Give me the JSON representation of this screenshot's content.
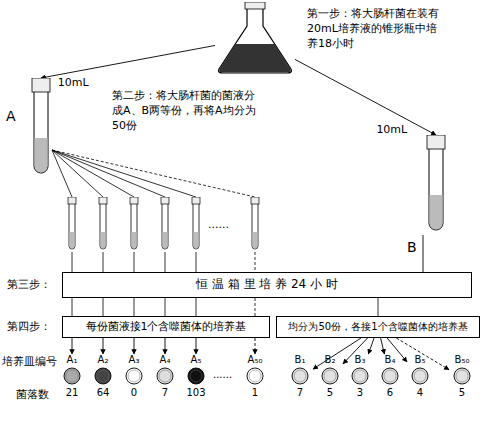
{
  "diagram": {
    "nodes": [
      {
        "text": [
          "第一步：将大肠杆菌在装有20mL培养液的锥形瓶中培养18小时"
        ]
      },
      {
        "text": [
          "A"
        ]
      },
      {
        "text": [
          "B"
        ]
      },
      {
        "text": [
          "第三步：",
          "恒 温 箱 里 培 养 24 小 时"
        ]
      },
      {
        "text": [
          "第四步：",
          "每份菌液接1个含噬菌体的培养基"
        ]
      },
      {
        "text": [
          "均分为50份，各接1个含噬菌体的培养基"
        ]
      },
      {
        "text": [
          "A₁",
          "21"
        ]
      },
      {
        "text": [
          "A₂",
          "64"
        ]
      },
      {
        "text": [
          "A₃",
          "0"
        ]
      },
      {
        "text": [
          "A₄",
          "7"
        ]
      },
      {
        "text": [
          "A₅",
          "103"
        ]
      },
      {
        "text": [
          "A₅₀",
          "1"
        ]
      },
      {
        "text": [
          "B₁",
          "7"
        ]
      },
      {
        "text": [
          "B₂",
          "5"
        ]
      },
      {
        "text": [
          "B₃",
          "3"
        ]
      },
      {
        "text": [
          "B₄",
          "6"
        ]
      },
      {
        "text": [
          "B₅",
          "4"
        ]
      },
      {
        "text": [
          "B₅₀",
          "5"
        ]
      }
    ],
    "edges": [
      {
        "from": 0,
        "to": 1,
        "label": "10mL",
        "arrow": "to"
      },
      {
        "from": 0,
        "to": 2,
        "label": "10mL",
        "arrow": "to"
      },
      {
        "from": 2,
        "to": 3,
        "arrow": "none"
      },
      {
        "from": 4,
        "to": 6,
        "arrow": "to"
      },
      {
        "from": 4,
        "to": 7,
        "arrow": "to"
      },
      {
        "from": 4,
        "to": 8,
        "arrow": "to"
      },
      {
        "from": 4,
        "to": 9,
        "arrow": "to"
      },
      {
        "from": 4,
        "to": 10,
        "arrow": "to"
      },
      {
        "from": 4,
        "to": 11,
        "arrow": "to"
      },
      {
        "from": 5,
        "to": 12,
        "arrow": "to"
      },
      {
        "from": 5,
        "to": 13,
        "arrow": "to"
      },
      {
        "from": 5,
        "to": 14,
        "arrow": "to"
      },
      {
        "from": 5,
        "to": 15,
        "arrow": "to"
      },
      {
        "from": 5,
        "to": 16,
        "arrow": "to"
      },
      {
        "from": 5,
        "to": 17,
        "arrow": "to"
      }
    ],
    "labels": [
      "第二步：将大肠杆菌的菌液分成A、B两等份，再将A均分为50份",
      "......",
      "培养皿编号",
      "菌落数",
      "......"
    ]
  }
}
